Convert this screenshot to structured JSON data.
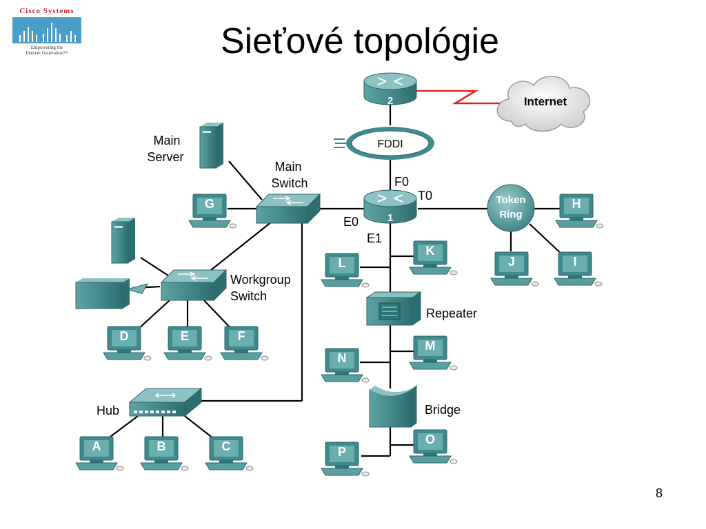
{
  "title": "Sieťové topológie",
  "page_number": "8",
  "logo": {
    "brand": "Cisco Systems",
    "tagline_1": "Empowering the",
    "tagline_2": "Internet Generation™"
  },
  "labels": {
    "internet": "Internet",
    "fddi": "FDDI",
    "router_top": "2",
    "router_main": "1",
    "port_f0": "F0",
    "port_t0": "T0",
    "port_e0": "E0",
    "port_e1": "E1",
    "token_ring_1": "Token",
    "token_ring_2": "Ring",
    "main_server_1": "Main",
    "main_server_2": "Server",
    "main_switch_1": "Main",
    "main_switch_2": "Switch",
    "workgroup_switch_1": "Workgroup",
    "workgroup_switch_2": "Switch",
    "repeater": "Repeater",
    "bridge": "Bridge",
    "hub": "Hub"
  },
  "computers": {
    "A": "A",
    "B": "B",
    "C": "C",
    "D": "D",
    "E": "E",
    "F": "F",
    "G": "G",
    "H": "H",
    "I": "I",
    "J": "J",
    "K": "K",
    "L": "L",
    "M": "M",
    "N": "N",
    "O": "O",
    "P": "P"
  },
  "colors": {
    "device": "#3f8a8c",
    "device_light": "#74b3b4",
    "line": "#000000",
    "wan_link": "#e02020"
  }
}
